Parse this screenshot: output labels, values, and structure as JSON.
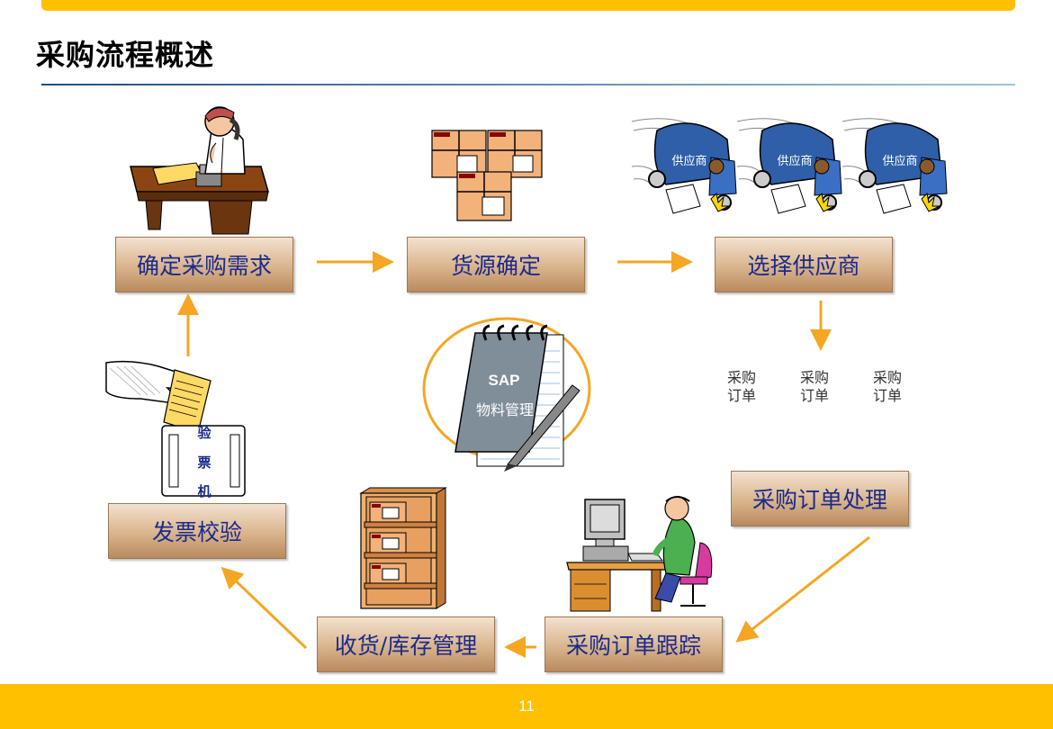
{
  "title": "采购流程概述",
  "page_number": "11",
  "steps": {
    "determine_demand": "确定采购需求",
    "source_determination": "货源确定",
    "select_supplier": "选择供应商",
    "po_processing": "采购订单处理",
    "po_tracking": "采购订单跟踪",
    "goods_receipt": "收货/库存管理",
    "invoice_verification": "发票校验"
  },
  "center": {
    "line1": "SAP",
    "line2": "物料管理"
  },
  "suppliers": [
    "供应商",
    "供应商",
    "供应商"
  ],
  "purchase_orders": [
    {
      "line1": "采购",
      "line2": "订单"
    },
    {
      "line1": "采购",
      "line2": "订单"
    },
    {
      "line1": "采购",
      "line2": "订单"
    }
  ],
  "invoice_machine": [
    "验",
    "票",
    "机"
  ],
  "colors": {
    "accent": "#FFC000",
    "arrow": "#F5A623",
    "step_text": "#1b2a8c"
  }
}
